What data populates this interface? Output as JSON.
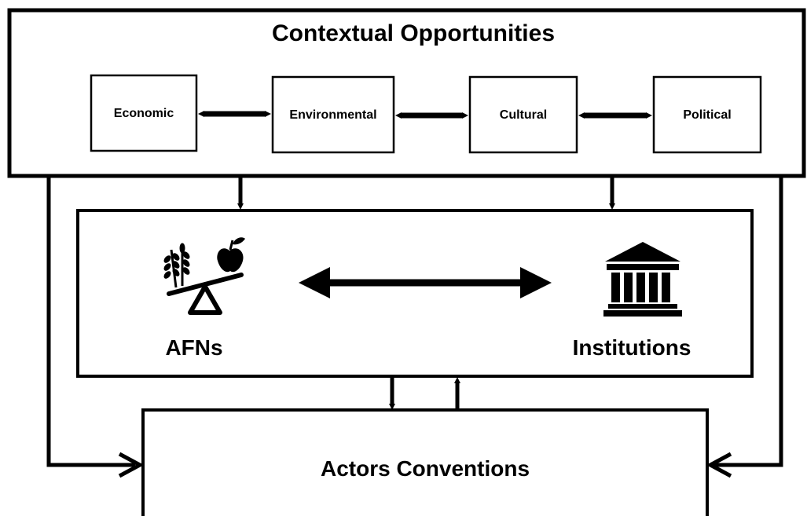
{
  "title": "Contextual Opportunities",
  "contexts": [
    {
      "label": "Economic"
    },
    {
      "label": "Environmental"
    },
    {
      "label": "Cultural"
    },
    {
      "label": "Political"
    }
  ],
  "middle": {
    "left_label": "AFNs",
    "left_icon": "balance-scale-with-wheat-and-apple-icon",
    "right_label": "Institutions",
    "right_icon": "institution-building-icon"
  },
  "bottom": {
    "label": "Actors Conventions"
  },
  "colors": {
    "stroke": "#000000",
    "background": "#ffffff"
  }
}
